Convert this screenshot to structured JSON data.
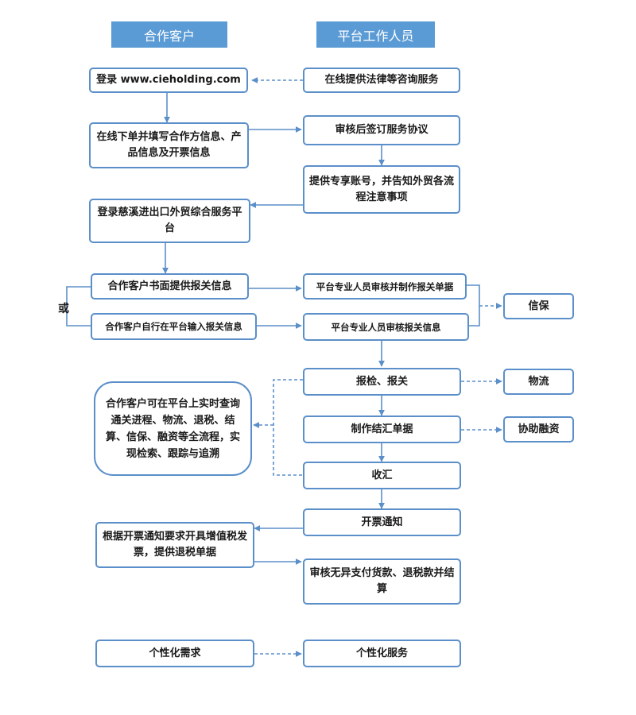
{
  "headers": {
    "client": "合作客户",
    "staff": "平台工作人员"
  },
  "nodes": {
    "login": "登录 www.cieholding.com",
    "legal_consult": "在线提供法律等咨询服务",
    "order_info": "在线下单并填写合作方信息、产品信息及开票信息",
    "sign_agreement": "审核后签订服务协议",
    "exclusive_account": "提供专享账号，并告知外贸各流程注意事项",
    "login_platform": "登录慈溪进出口外贸综合服务平台",
    "written_declaration": "合作客户书面提供报关信息",
    "review_make_docs": "平台专业人员审核并制作报关单据",
    "self_input": "合作客户自行在平台输入报关信息",
    "review_info": "平台专业人员审核报关信息",
    "credit_insurance": "信保",
    "inspection_customs": "报检、报关",
    "logistics": "物流",
    "realtime_query": "合作客户可在平台上实时查询通关进程、物流、退税、结算、信保、融资等全流程，实现检索、跟踪与追溯",
    "settlement_docs": "制作结汇单据",
    "financing": "协助融资",
    "collection": "收汇",
    "invoice_notice": "开票通知",
    "issue_invoice": "根据开票通知要求开具增值税发票，提供退税单据",
    "review_payment": "审核无异支付货款、退税款并结算",
    "personal_needs": "个性化需求",
    "personal_service": "个性化服务"
  },
  "or_label": "或",
  "colors": {
    "header_bg": "#5b9bd5",
    "line": "#5b8fc9",
    "border": "#5b8fc9"
  }
}
